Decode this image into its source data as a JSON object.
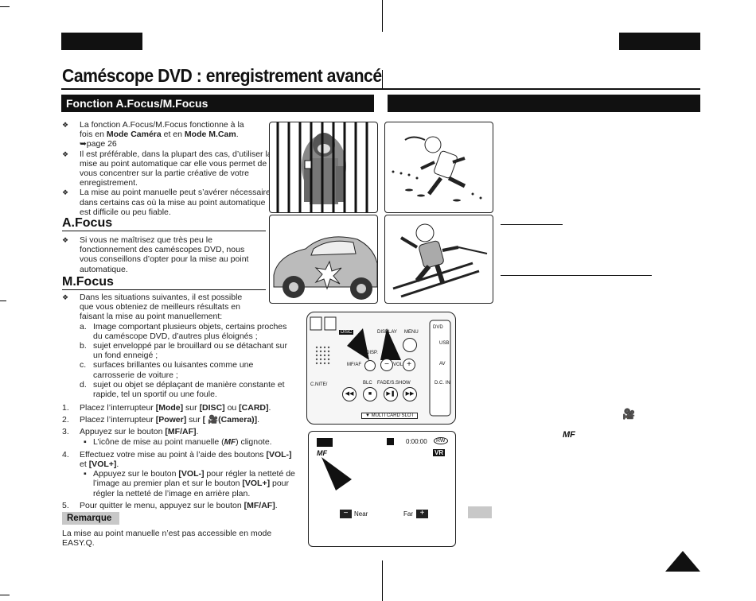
{
  "page": {
    "title": "Caméscope DVD : enregistrement avancé"
  },
  "left": {
    "section_title": "Fonction A.Focus/M.Focus",
    "intro_bullets": [
      {
        "line1_pre": "La fonction A.Focus/M.Focus fonctionne à la",
        "line2_pre": "fois en ",
        "mode1": "Mode Caméra",
        "mid": " et en ",
        "mode2": "Mode M.Cam",
        "end": ".",
        "line3": "➥page 26"
      },
      {
        "text": "Il est préférable, dans la plupart des cas, d’utiliser la mise au point automatique car elle vous permet de vous concentrer sur la partie créative de votre enregistrement."
      },
      {
        "text": "La mise au point manuelle peut s’avérer nécessaire dans certains cas où la mise au point automatique est difficile ou peu fiable."
      }
    ],
    "afocus": {
      "heading": "A.Focus",
      "bullet": "Si vous ne maîtrisez que très peu le fonctionnement des caméscopes DVD, nous vous conseillons d’opter pour la mise au point automatique."
    },
    "mfocus": {
      "heading": "M.Focus",
      "bullet": "Dans les situations suivantes, il est possible que vous obteniez de meilleurs résultats en faisant la mise au point manuellement:",
      "cases": [
        {
          "letter": "a.",
          "text": "Image comportant plusieurs objets, certains proches du caméscope DVD, d’autres plus éloignés ;"
        },
        {
          "letter": "b.",
          "text": "sujet enveloppé par le brouillard ou se détachant sur un fond enneigé ;"
        },
        {
          "letter": "c.",
          "text": "surfaces brillantes ou luisantes comme une carrosserie de voiture ;"
        },
        {
          "letter": "d.",
          "text": "sujet ou objet se déplaçant de manière constante et rapide, tel un sportif ou une foule."
        }
      ]
    },
    "steps": [
      {
        "n": "1.",
        "pre": "Placez l’interrupteur ",
        "b1": "[Mode]",
        "mid": " sur ",
        "b2": "[DISC]",
        "mid2": " ou ",
        "b3": "[CARD]",
        "end": "."
      },
      {
        "n": "2.",
        "pre": "Placez l’interrupteur ",
        "b1": "[Power]",
        "mid": " sur ",
        "b2": "[ 🎥(Camera)]",
        "end": "."
      },
      {
        "n": "3.",
        "pre": "Appuyez sur le bouton ",
        "b1": "[MF/AF]",
        "end": ".",
        "sub": {
          "pre": "L’icône de mise au point manuelle (",
          "icon": "MF",
          "post": ") clignote."
        }
      },
      {
        "n": "4.",
        "pre": "Effectuez votre mise au point à l’aide des boutons ",
        "b1": "[VOL-]",
        "mid": " et ",
        "b2": "[VOL+]",
        "end": ".",
        "sub": {
          "pre": "Appuyez sur le bouton ",
          "b1": "[VOL-]",
          "mid": " pour régler la netteté de l’image au premier plan et sur le bouton ",
          "b2": "[VOL+]",
          "post": " pour régler la netteté de l’image en arrière plan."
        }
      },
      {
        "n": "5.",
        "pre": "Pour quitter le menu, appuyez sur le bouton ",
        "b1": "[MF/AF]",
        "end": "."
      }
    ],
    "remarque": {
      "label": "Remarque",
      "text": "La mise au point manuelle n’est pas accessible en mode EASY.Q."
    }
  },
  "camera": {
    "labels": {
      "disc": "DISC",
      "display": "DISPLAY",
      "menu": "MENU",
      "dvd": "DVD",
      "usb": "USB",
      "av": "AV",
      "dcin": "D.C. IN",
      "disp": "DISP.",
      "mfaf": "MF/AF",
      "vol": "VOL",
      "cnite": "C.NITE/",
      "blc": "BLC",
      "fade": "FADE/S.SHOW",
      "slot": "▼ MULTI CARD SLOT"
    }
  },
  "lcd": {
    "time": "0:00:00",
    "disc_badge": "RW",
    "mf": "MF",
    "quality": "VR",
    "near": "Near",
    "far": "Far"
  },
  "right": {
    "section_title": "",
    "right_icons": {
      "cam": "🎥",
      "mf": "MF"
    }
  },
  "colors": {
    "ink": "#111111",
    "remarque_bg": "#c8c8c8"
  }
}
